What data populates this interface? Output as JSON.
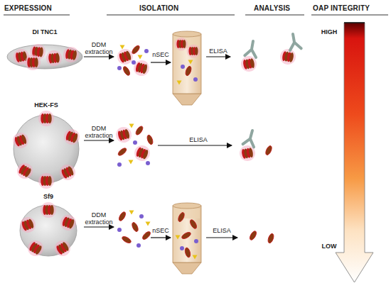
{
  "diagram": {
    "nodes": [
      {
        "text": [
          "DI TNC1"
        ]
      },
      {
        "text": [
          "HEK-FS"
        ]
      },
      {
        "text": [
          "Sf9"
        ]
      }
    ],
    "labels": [
      "EXPRESSION",
      "ISOLATION",
      "ANALYSIS",
      "OAP INTEGRITY",
      "DDM extraction",
      "nSEC",
      "ELISA",
      "DDM extraction",
      "ELISA",
      "DDM extraction",
      "nSEC",
      "ELISA",
      "HIGH",
      "LOW"
    ]
  }
}
